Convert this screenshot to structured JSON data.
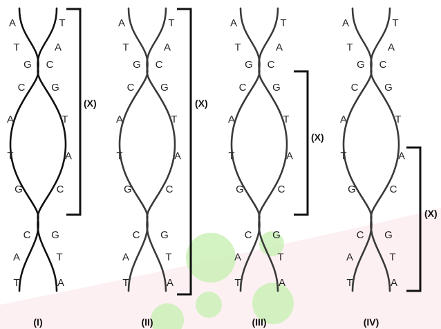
{
  "bracket_label": "(X)",
  "colors": {
    "strand_dark": "#111111",
    "strand_gray": "#3a3a3a",
    "text": "#222222",
    "watermark_green": "#c8f0b4",
    "watermark_pink": "#fbe6ea"
  },
  "panels": [
    {
      "label": "(I)",
      "left_bases": [
        "A",
        "T",
        "G",
        "C",
        "A",
        "T",
        "G",
        "C",
        "A",
        "T"
      ],
      "right_bases": [
        "T",
        "A",
        "C",
        "G",
        "T",
        "A",
        "C",
        "G",
        "T",
        "A"
      ],
      "bracket_span": [
        "A",
        "G"
      ]
    },
    {
      "label": "(II)",
      "left_bases": [
        "A",
        "T",
        "G",
        "C",
        "A",
        "T",
        "G",
        "C",
        "A",
        "T"
      ],
      "right_bases": [
        "T",
        "A",
        "C",
        "G",
        "T",
        "A",
        "C",
        "G",
        "T",
        "A"
      ],
      "bracket_span": [
        "A",
        "A"
      ]
    },
    {
      "label": "(III)",
      "left_bases": [
        "A",
        "T",
        "G",
        "C",
        "A",
        "T",
        "G",
        "C",
        "A",
        "T"
      ],
      "right_bases": [
        "T",
        "A",
        "C",
        "G",
        "T",
        "A",
        "C",
        "G",
        "T",
        "A"
      ],
      "bracket_span": [
        "C",
        "C"
      ]
    },
    {
      "label": "(IV)",
      "left_bases": [
        "A",
        "T",
        "G",
        "C",
        "A",
        "T",
        "G",
        "C",
        "A",
        "T"
      ],
      "right_bases": [
        "T",
        "A",
        "C",
        "G",
        "T",
        "A",
        "C",
        "G",
        "T",
        "A"
      ],
      "bracket_span": [
        "T",
        "A"
      ]
    }
  ]
}
